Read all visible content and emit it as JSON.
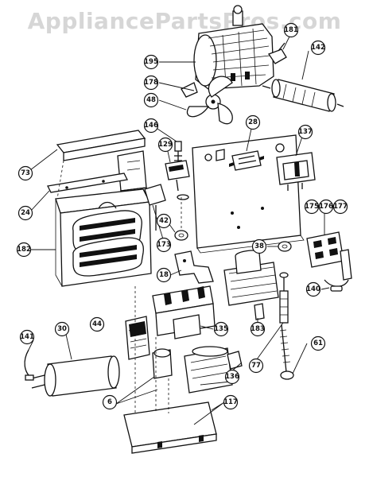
{
  "watermark": "AppliancePartsPros.com",
  "callouts": [
    {
      "id": "c181",
      "label": "181"
    },
    {
      "id": "c142",
      "label": "142"
    },
    {
      "id": "c195",
      "label": "195"
    },
    {
      "id": "c178",
      "label": "178"
    },
    {
      "id": "c48",
      "label": "48"
    },
    {
      "id": "c146",
      "label": "146"
    },
    {
      "id": "c28",
      "label": "28"
    },
    {
      "id": "c137",
      "label": "137"
    },
    {
      "id": "c129",
      "label": "129"
    },
    {
      "id": "c73",
      "label": "73"
    },
    {
      "id": "c24",
      "label": "24"
    },
    {
      "id": "c42",
      "label": "42"
    },
    {
      "id": "c175",
      "label": "175"
    },
    {
      "id": "c176",
      "label": "176"
    },
    {
      "id": "c177",
      "label": "177"
    },
    {
      "id": "c182",
      "label": "182"
    },
    {
      "id": "c173",
      "label": "173"
    },
    {
      "id": "c38",
      "label": "38"
    },
    {
      "id": "c18",
      "label": "18"
    },
    {
      "id": "c140",
      "label": "140"
    },
    {
      "id": "c44",
      "label": "44"
    },
    {
      "id": "c135",
      "label": "135"
    },
    {
      "id": "c183",
      "label": "183"
    },
    {
      "id": "c141",
      "label": "141"
    },
    {
      "id": "c30",
      "label": "30"
    },
    {
      "id": "c77",
      "label": "77"
    },
    {
      "id": "c61",
      "label": "61"
    },
    {
      "id": "c136",
      "label": "136"
    },
    {
      "id": "c6",
      "label": "6"
    },
    {
      "id": "c117",
      "label": "117"
    }
  ]
}
